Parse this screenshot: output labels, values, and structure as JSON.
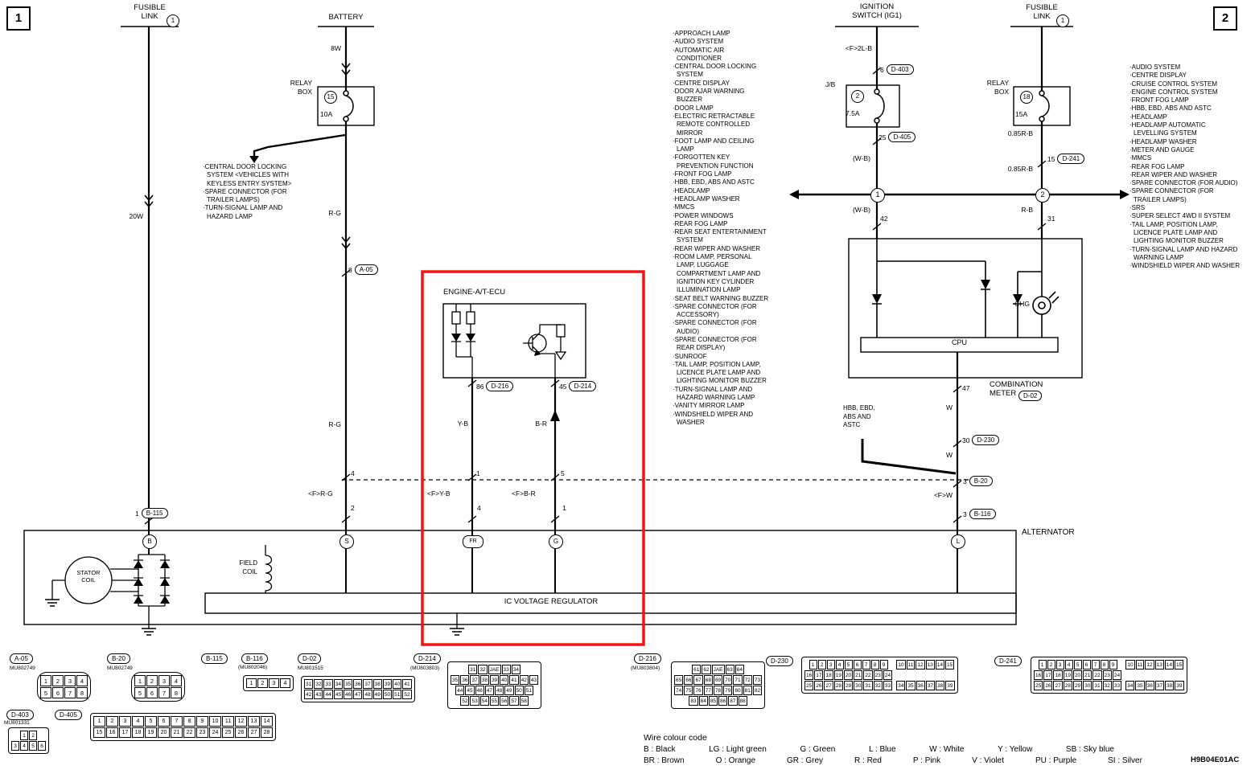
{
  "meta": {
    "page_left": "1",
    "page_right": "2",
    "diagram_code": "H9B04E01AC"
  },
  "colors": {
    "highlight_box": "#f3130f",
    "line": "#000000",
    "background": "#ffffff"
  },
  "header": {
    "fusible_link_left": "FUSIBLE\nLINK",
    "fusible_link_left_num": "1",
    "battery": "BATTERY",
    "ignition_switch": "IGNITION\nSWITCH (IG1)",
    "fusible_link_right": "FUSIBLE\nLINK",
    "fusible_link_right_num": "1"
  },
  "left_branch": {
    "wire_8w": "8W",
    "relay_box": "RELAY\nBOX",
    "relay_box_num": "15",
    "fuse_rating": "10A",
    "wire_20w": "20W",
    "wire_rg_upper": "R-G",
    "pin_8": "8",
    "conn_a05": "A-05",
    "wire_rg_lower": "R-G",
    "tick_4": "4",
    "inline_rg": "<F>R-G",
    "tick_2": "2",
    "pin_1": "1",
    "conn_b115": "B-115",
    "systems": [
      "CENTRAL DOOR LOCKING SYSTEM <VEHICLES WITH KEYLESS ENTRY SYSTEM>",
      "SPARE CONNECTOR (FOR TRAILER LAMPS)",
      "TURN-SIGNAL LAMP AND HAZARD LAMP"
    ]
  },
  "ecu": {
    "title": "ENGINE-A/T-ECU",
    "pin_86": "86",
    "conn_d216": "D-216",
    "pin_45": "45",
    "conn_d214": "D-214",
    "wire_yb": "Y-B",
    "wire_br": "B-R",
    "tick_1": "1",
    "tick_5": "5",
    "inline_yb": "<F>Y-B",
    "inline_br": "<F>B-R",
    "tick_4": "4",
    "tick_1b": "1"
  },
  "ignition": {
    "wire_2lb": "<F>2L-B",
    "pin_6": "6",
    "conn_d403": "D-403",
    "jb": "J/B",
    "jb_num": "2",
    "fuse_rating": "7.5A",
    "pin_25": "25",
    "conn_d405": "D-405",
    "wire_wb_upper": "(W-B)",
    "junction_num": "1",
    "wire_wb_lower": "(W-B)",
    "pin_42": "42"
  },
  "right_branch": {
    "relay_box": "RELAY\nBOX",
    "relay_box_num": "18",
    "fuse_rating": "15A",
    "wire_rb_upper": "0.85R-B",
    "pin_15": "15",
    "conn_d241": "D-241",
    "wire_rb_lower": "0.85R-B",
    "junction_num": "2",
    "wire_rb": "R-B",
    "pin_31": "31"
  },
  "left_systems": [
    "APPROACH LAMP",
    "AUDIO SYSTEM",
    "AUTOMATIC AIR CONDITIONER",
    "CENTRAL DOOR LOCKING SYSTEM",
    "CENTRE DISPLAY",
    "DOOR AJAR WARNING BUZZER",
    "DOOR LAMP",
    "ELECTRIC RETRACTABLE REMOTE CONTROLLED MIRROR",
    "FOOT LAMP AND CEILING LAMP",
    "FORGOTTEN KEY PREVENTION FUNCTION",
    "FRONT FOG LAMP",
    "HBB, EBD, ABS AND ASTC",
    "HEADLAMP",
    "HEADLAMP WASHER",
    "MMCS",
    "POWER WINDOWS",
    "REAR FOG LAMP",
    "REAR SEAT ENTERTAINMENT SYSTEM",
    "REAR WIPER AND WASHER",
    "ROOM LAMP, PERSONAL LAMP, LUGGAGE COMPARTMENT LAMP AND IGNITION KEY CYLINDER ILLUMINATION LAMP",
    "SEAT BELT WARNING BUZZER",
    "SPARE CONNECTOR (FOR ACCESSORY)",
    "SPARE CONNECTOR (FOR AUDIO)",
    "SPARE CONNECTOR (FOR REAR DISPLAY)",
    "SUNROOF",
    "TAIL LAMP, POSITION LAMP, LICENCE PLATE LAMP AND LIGHTING MONITOR BUZZER",
    "TURN-SIGNAL LAMP AND HAZARD WARNING LAMP",
    "VANITY MIRROR LAMP",
    "WINDSHIELD WIPER AND WASHER"
  ],
  "right_systems": [
    "AUDIO SYSTEM",
    "CENTRE DISPLAY",
    "CRUISE CONTROL SYSTEM",
    "ENGINE CONTROL SYSTEM",
    "FRONT FOG LAMP",
    "HBB, EBD, ABS AND ASTC",
    "HEADLAMP",
    "HEADLAMP AUTOMATIC LEVELLING SYSTEM",
    "HEADLAMP WASHER",
    "METER AND GAUGE",
    "MMCS",
    "REAR FOG LAMP",
    "REAR WIPER AND WASHER",
    "SPARE CONNECTOR (FOR AUDIO)",
    "SPARE CONNECTOR (FOR TRAILER LAMPS)",
    "SRS",
    "SUPER SELECT 4WD II SYSTEM",
    "TAIL LAMP, POSITION LAMP, LICENCE PLATE LAMP AND LIGHTING MONITOR BUZZER",
    "TURN-SIGNAL LAMP AND HAZARD WARNING LAMP",
    "WINDSHIELD WIPER AND WASHER"
  ],
  "meter": {
    "chg": "CHG",
    "cpu": "CPU",
    "title": "COMBINATION\nMETER",
    "conn_d02": "D-02",
    "pin_47": "47",
    "wire_w_upper": "W",
    "hbb": "HBB, EBD,\nABS AND\nASTC",
    "pin_30": "30",
    "conn_d230": "D-230",
    "wire_w_lower": "W",
    "pin_3_b20": "3",
    "conn_b20": "B-20",
    "inline_w": "<F>W",
    "pin_3_b116": "3",
    "conn_b116": "B-116"
  },
  "alternator": {
    "title": "ALTERNATOR",
    "stator_coil": "STATOR\nCOIL",
    "field_coil": "FIELD\nCOIL",
    "regulator": "IC VOLTAGE REGULATOR",
    "terminal_b": "B",
    "terminal_s": "S",
    "terminal_fr": "FR",
    "terminal_g": "G",
    "terminal_l": "L"
  },
  "connectors": {
    "a05": {
      "label": "A-05",
      "part": "MU802749",
      "rows": [
        [
          "1",
          "2",
          "3",
          "4"
        ],
        [
          "5",
          "6",
          "7",
          "8"
        ]
      ]
    },
    "b20": {
      "label": "B-20",
      "part": "MU802749",
      "rows": [
        [
          "1",
          "2",
          "3",
          "4"
        ],
        [
          "5",
          "6",
          "7",
          "8"
        ]
      ]
    },
    "b115": {
      "label": "B-115"
    },
    "b116": {
      "label": "B-116",
      "part": "(MU802046)",
      "rows": [
        [
          "1",
          "2",
          "3",
          "4"
        ]
      ]
    },
    "d02": {
      "label": "D-02",
      "part": "MU801515",
      "rows": [
        [
          "31",
          "32",
          "33",
          "34",
          "35",
          "36",
          "37",
          "38",
          "39",
          "40",
          "41"
        ],
        [
          "42",
          "43",
          "44",
          "45",
          "46",
          "47",
          "48",
          "49",
          "50",
          "51",
          "52"
        ]
      ]
    },
    "d214": {
      "label": "D-214",
      "part": "(MU803803)",
      "rows": [
        [
          "31",
          "32",
          "JAE",
          "33",
          "34"
        ],
        [
          "35",
          "36",
          "37",
          "38",
          "39",
          "40",
          "41",
          "42",
          "43"
        ],
        [
          "44",
          "45",
          "46",
          "47",
          "48",
          "49",
          "50",
          "51"
        ],
        [
          "52",
          "53",
          "54",
          "55",
          "56",
          "57",
          "58"
        ]
      ]
    },
    "d216": {
      "label": "D-216",
      "part": "(MU803804)",
      "rows": [
        [
          "61",
          "62",
          "JAE",
          "63",
          "64"
        ],
        [
          "65",
          "66",
          "67",
          "68",
          "69",
          "70",
          "71",
          "72",
          "73"
        ],
        [
          "74",
          "75",
          "76",
          "77",
          "78",
          "79",
          "80",
          "81",
          "82"
        ],
        [
          "83",
          "84",
          "85",
          "86",
          "87",
          "88"
        ]
      ]
    },
    "d230": {
      "label": "D-230",
      "left_rows": [
        [
          "1",
          "2",
          "3",
          "4",
          "5",
          "6",
          "7",
          "8",
          "9"
        ],
        [
          "16",
          "17",
          "18",
          "19",
          "20",
          "21",
          "22",
          "23",
          "24"
        ],
        [
          "25",
          "26",
          "27",
          "28",
          "29",
          "30",
          "31",
          "32",
          "33"
        ]
      ],
      "right_rows": [
        [
          "10",
          "11",
          "12",
          "13",
          "14",
          "15"
        ],
        [
          "34",
          "35",
          "36",
          "37",
          "38",
          "39"
        ]
      ]
    },
    "d241": {
      "label": "D-241",
      "left_rows": [
        [
          "1",
          "2",
          "3",
          "4",
          "5",
          "6",
          "7",
          "8",
          "9"
        ],
        [
          "16",
          "17",
          "18",
          "19",
          "20",
          "21",
          "22",
          "23",
          "24"
        ],
        [
          "25",
          "26",
          "27",
          "28",
          "29",
          "30",
          "31",
          "32",
          "33"
        ]
      ],
      "right_rows": [
        [
          "10",
          "11",
          "12",
          "13",
          "14",
          "15"
        ],
        [
          "34",
          "35",
          "36",
          "37",
          "38",
          "39"
        ]
      ]
    },
    "d403": {
      "label": "D-403",
      "part": "MU801331",
      "rows": [
        [
          "1",
          "2"
        ],
        [
          "3",
          "4",
          "5",
          "6"
        ]
      ]
    },
    "d405": {
      "label": "D-405",
      "rows": [
        [
          "1",
          "2",
          "3",
          "4",
          "5",
          "6",
          "7",
          "8",
          "9",
          "10",
          "11",
          "12",
          "13",
          "14"
        ],
        [
          "15",
          "16",
          "17",
          "18",
          "19",
          "20",
          "21",
          "22",
          "23",
          "24",
          "25",
          "26",
          "27",
          "28"
        ]
      ]
    }
  },
  "colour_code": {
    "title": "Wire colour code",
    "row1": [
      "B : Black",
      "LG : Light green",
      "G : Green",
      "L : Blue",
      "W : White",
      "Y : Yellow",
      "SB : Sky blue"
    ],
    "row2": [
      "BR : Brown",
      "O : Orange",
      "GR : Grey",
      "R : Red",
      "P : Pink",
      "V : Violet",
      "PU : Purple",
      "SI : Silver"
    ]
  }
}
